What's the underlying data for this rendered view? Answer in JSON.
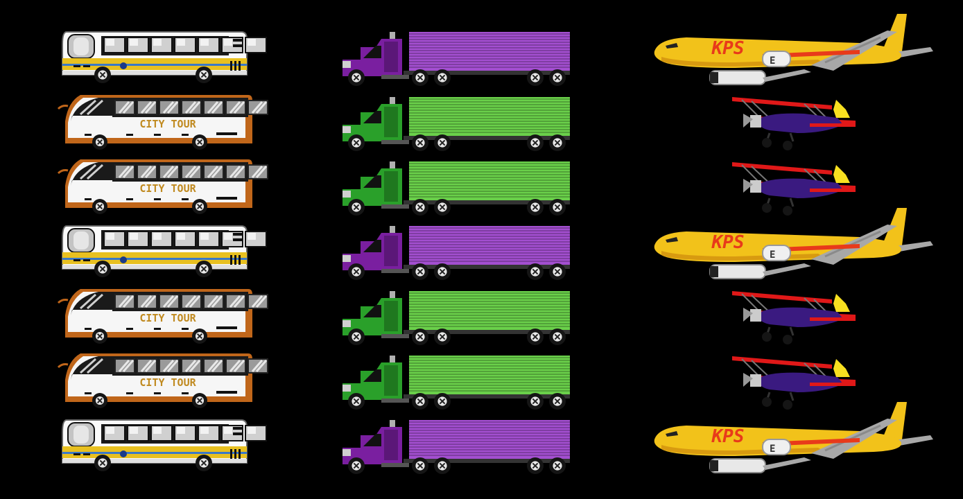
{
  "scene": {
    "background": "#000000",
    "columns": [
      {
        "kind": "bus",
        "rows": [
          {
            "variant": "city-bus"
          },
          {
            "variant": "tour-bus",
            "label": "CITY TOUR"
          },
          {
            "variant": "tour-bus",
            "label": "CITY TOUR"
          },
          {
            "variant": "city-bus"
          },
          {
            "variant": "tour-bus",
            "label": "CITY TOUR"
          },
          {
            "variant": "tour-bus",
            "label": "CITY TOUR"
          },
          {
            "variant": "city-bus"
          }
        ]
      },
      {
        "kind": "truck",
        "rows": [
          {
            "color": "purple"
          },
          {
            "color": "green"
          },
          {
            "color": "green"
          },
          {
            "color": "purple"
          },
          {
            "color": "green"
          },
          {
            "color": "green"
          },
          {
            "color": "purple"
          }
        ]
      },
      {
        "kind": "aircraft",
        "rows": [
          {
            "variant": "jet",
            "label": "KPS"
          },
          {
            "variant": "biplane"
          },
          {
            "variant": "biplane"
          },
          {
            "variant": "jet",
            "label": "KPS"
          },
          {
            "variant": "biplane"
          },
          {
            "variant": "biplane"
          },
          {
            "variant": "jet",
            "label": "KPS"
          }
        ]
      }
    ]
  },
  "palette": {
    "purple_cab": "#7a1fa0",
    "purple_trailer": "#a34fd0",
    "green_cab": "#2aa02a",
    "green_trailer": "#6ad04a",
    "bus_yellow": "#e8c020",
    "tour_orange": "#c0661a",
    "jet_yellow": "#f2c21a",
    "jet_red": "#e83a1a",
    "biplane_red": "#e01818",
    "biplane_purple": "#3a1a80",
    "biplane_yellow": "#f8e020",
    "metal_gray": "#a8a8a8"
  }
}
